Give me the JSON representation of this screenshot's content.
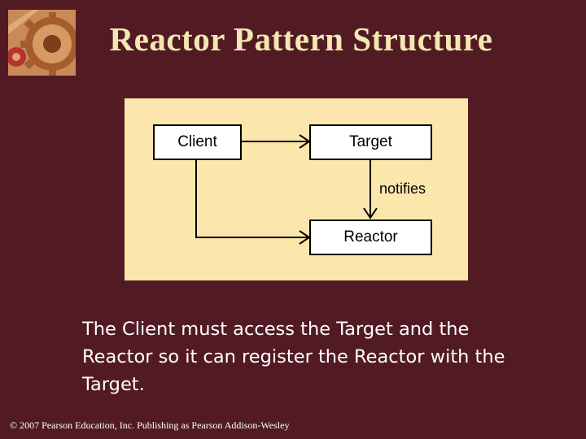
{
  "slide": {
    "title": "Reactor Pattern Structure",
    "body": "The Client must access the Target and the Reactor so it can register the Reactor with the Target.",
    "footer": "© 2007 Pearson Education, Inc. Publishing as Pearson Addison-Wesley"
  },
  "diagram": {
    "nodes": {
      "client": "Client",
      "target": "Target",
      "reactor": "Reactor"
    },
    "edge_label": "notifies"
  },
  "colors": {
    "background": "#521b24",
    "title": "#f4e7b2",
    "panel": "#fbe7ac",
    "logo": "#c98a58"
  },
  "icons": {
    "logo": "gear-logo-icon"
  }
}
